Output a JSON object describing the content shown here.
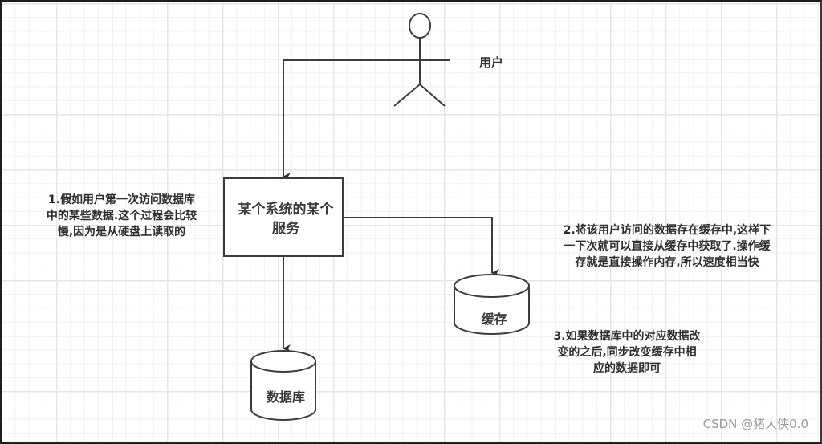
{
  "diagram": {
    "type": "flowchart",
    "theme_colors": {
      "stroke": "#3c3c3c",
      "grid_major": "#e6e6e6",
      "grid_minor": "#f1f1f1",
      "background": "#ffffff",
      "watermark": "#9a9a9a"
    },
    "actor": {
      "label": "用户",
      "icon": "stick-figure-icon"
    },
    "nodes": {
      "service": {
        "label": "某个系统的某个服务",
        "shape": "rectangle"
      },
      "cache": {
        "label": "缓存",
        "shape": "cylinder"
      },
      "database": {
        "label": "数据库",
        "shape": "cylinder"
      }
    },
    "edges": [
      {
        "from": "用户",
        "to": "某个系统的某个服务",
        "arrow": true
      },
      {
        "from": "某个系统的某个服务",
        "to": "缓存",
        "arrow": true
      },
      {
        "from": "某个系统的某个服务",
        "to": "数据库",
        "arrow": true
      }
    ],
    "notes": {
      "note1": {
        "lines": [
          "1.假如用户第一次访问数据库",
          "中的某些数据.这个过程会比较",
          "慢,因为是从硬盘上读取的"
        ]
      },
      "note2": {
        "lines": [
          "2.将该用户访问的数据存在缓存中,这样下",
          "一下次就可以直接从缓存中获取了.操作缓",
          "存就是直接操作内存,所以速度相当快"
        ]
      },
      "note3": {
        "lines": [
          "3.如果数据库中的对应数据改",
          "变的之后,同步改变缓存中相",
          "应的数据即可"
        ]
      }
    }
  },
  "watermark": "CSDN @猪大侠0.0"
}
